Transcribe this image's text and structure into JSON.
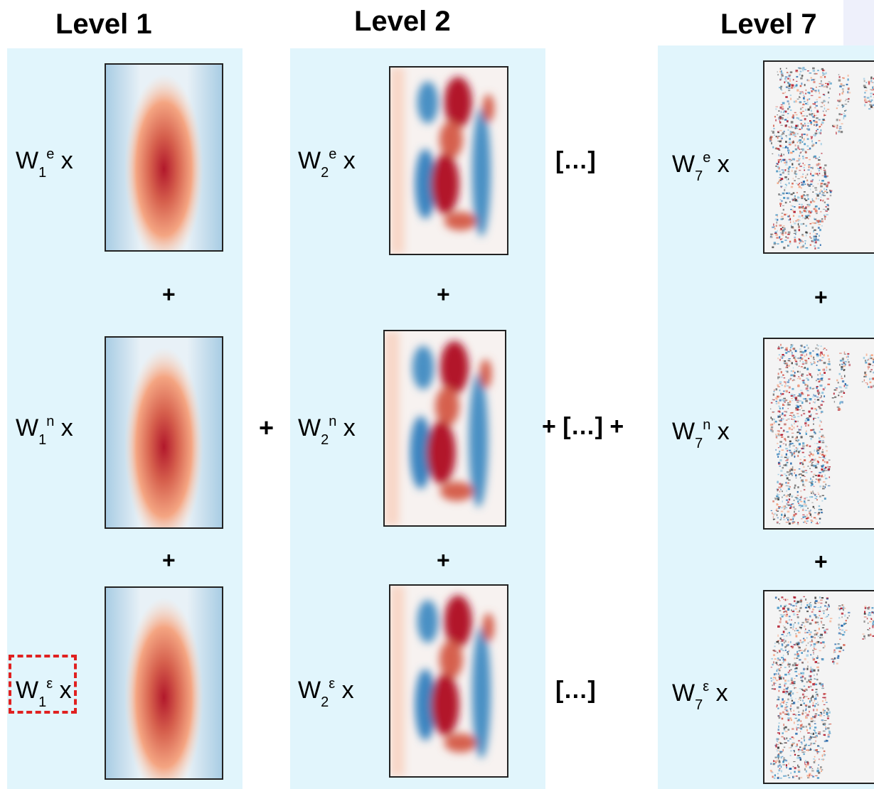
{
  "levels": [
    {
      "title": "Level 1",
      "labels": [
        {
          "base": "W",
          "sub": "1",
          "sup": "e",
          "x": "x"
        },
        {
          "base": "W",
          "sub": "1",
          "sup": "n",
          "x": "x"
        },
        {
          "base": "W",
          "sub": "1",
          "sup": "ε",
          "x": "x"
        }
      ]
    },
    {
      "title": "Level 2",
      "labels": [
        {
          "base": "W",
          "sub": "2",
          "sup": "e",
          "x": "x"
        },
        {
          "base": "W",
          "sub": "2",
          "sup": "n",
          "x": "x"
        },
        {
          "base": "W",
          "sub": "2",
          "sup": "ε",
          "x": "x"
        }
      ]
    },
    {
      "title": "Level 7",
      "labels": [
        {
          "base": "W",
          "sub": "7",
          "sup": "e",
          "x": "x"
        },
        {
          "base": "W",
          "sub": "7",
          "sup": "n",
          "x": "x"
        },
        {
          "base": "W",
          "sub": "7",
          "sup": "ε",
          "x": "x"
        }
      ]
    }
  ],
  "operators": {
    "plus": "+",
    "ellipsis": "[…]",
    "ellipsis_sum": "+ […] +"
  },
  "colors": {
    "panel": "#e1f5fc",
    "red": "#b2182b",
    "blue": "#2166ac",
    "highlight": "#e02020"
  }
}
